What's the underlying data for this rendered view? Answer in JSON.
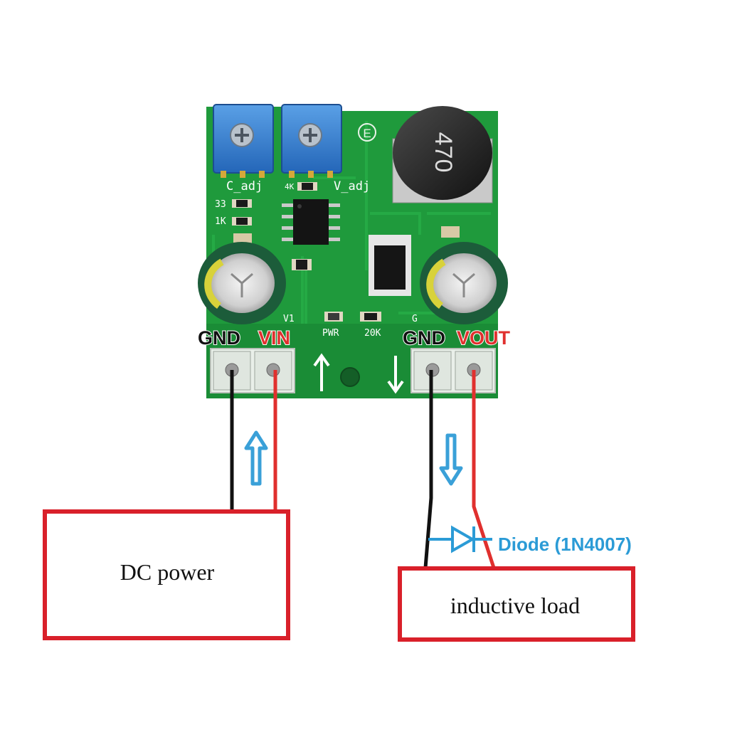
{
  "board": {
    "pot_label_left": "C_adj",
    "pot_label_right": "V_adj",
    "resistor_4k": "4K",
    "resistor_33": "33",
    "resistor_1k": "1K",
    "inductor_marking": "470",
    "e_mark": "E",
    "pwr_label": "PWR",
    "res_20k": "20K",
    "v1_label": "V1",
    "g_label": "G"
  },
  "terminals": {
    "gnd_in": "GND",
    "vin": "VIN",
    "gnd_out": "GND",
    "vout": "VOUT"
  },
  "boxes": {
    "dc_power": "DC power",
    "inductive_load": "inductive load"
  },
  "diode_label": "Diode (1N4007)",
  "colors": {
    "pcb_green": "#1f9a3c",
    "wire_red": "#e0302e",
    "wire_black": "#111111",
    "box_red": "#d9202a",
    "arrow_blue": "#3aa0d8",
    "diode_text": "#2b9bd6",
    "pot_blue": "#2f7fd0"
  }
}
